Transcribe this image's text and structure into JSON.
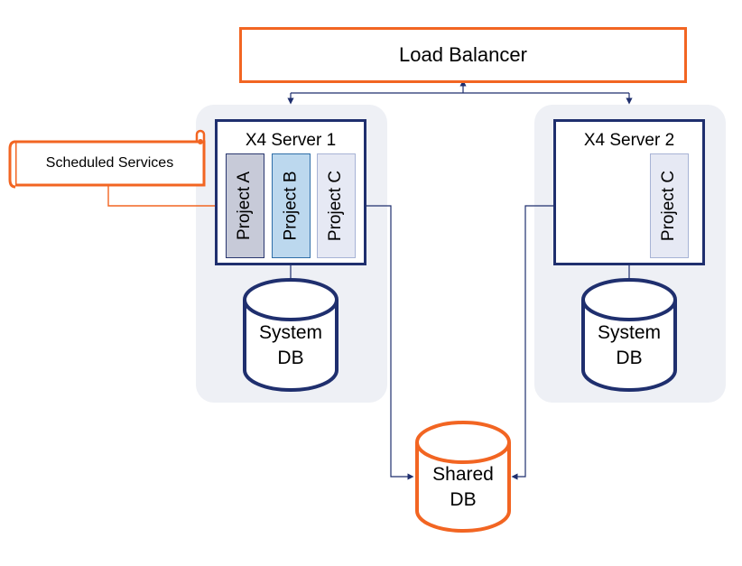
{
  "load_balancer": {
    "label": "Load Balancer"
  },
  "servers": [
    {
      "title": "X4 Server 1",
      "projects": [
        "Project A",
        "Project B",
        "Project C"
      ]
    },
    {
      "title": "X4 Server 2",
      "projects": [
        "Project C"
      ]
    }
  ],
  "system_db": {
    "line1": "System",
    "line2": "DB"
  },
  "shared_db": {
    "line1": "Shared",
    "line2": "DB"
  },
  "scheduled_services": {
    "label": "Scheduled Services"
  },
  "colors": {
    "orange": "#f26522",
    "navy": "#1f2f6e",
    "group_bg": "#eef0f5"
  }
}
